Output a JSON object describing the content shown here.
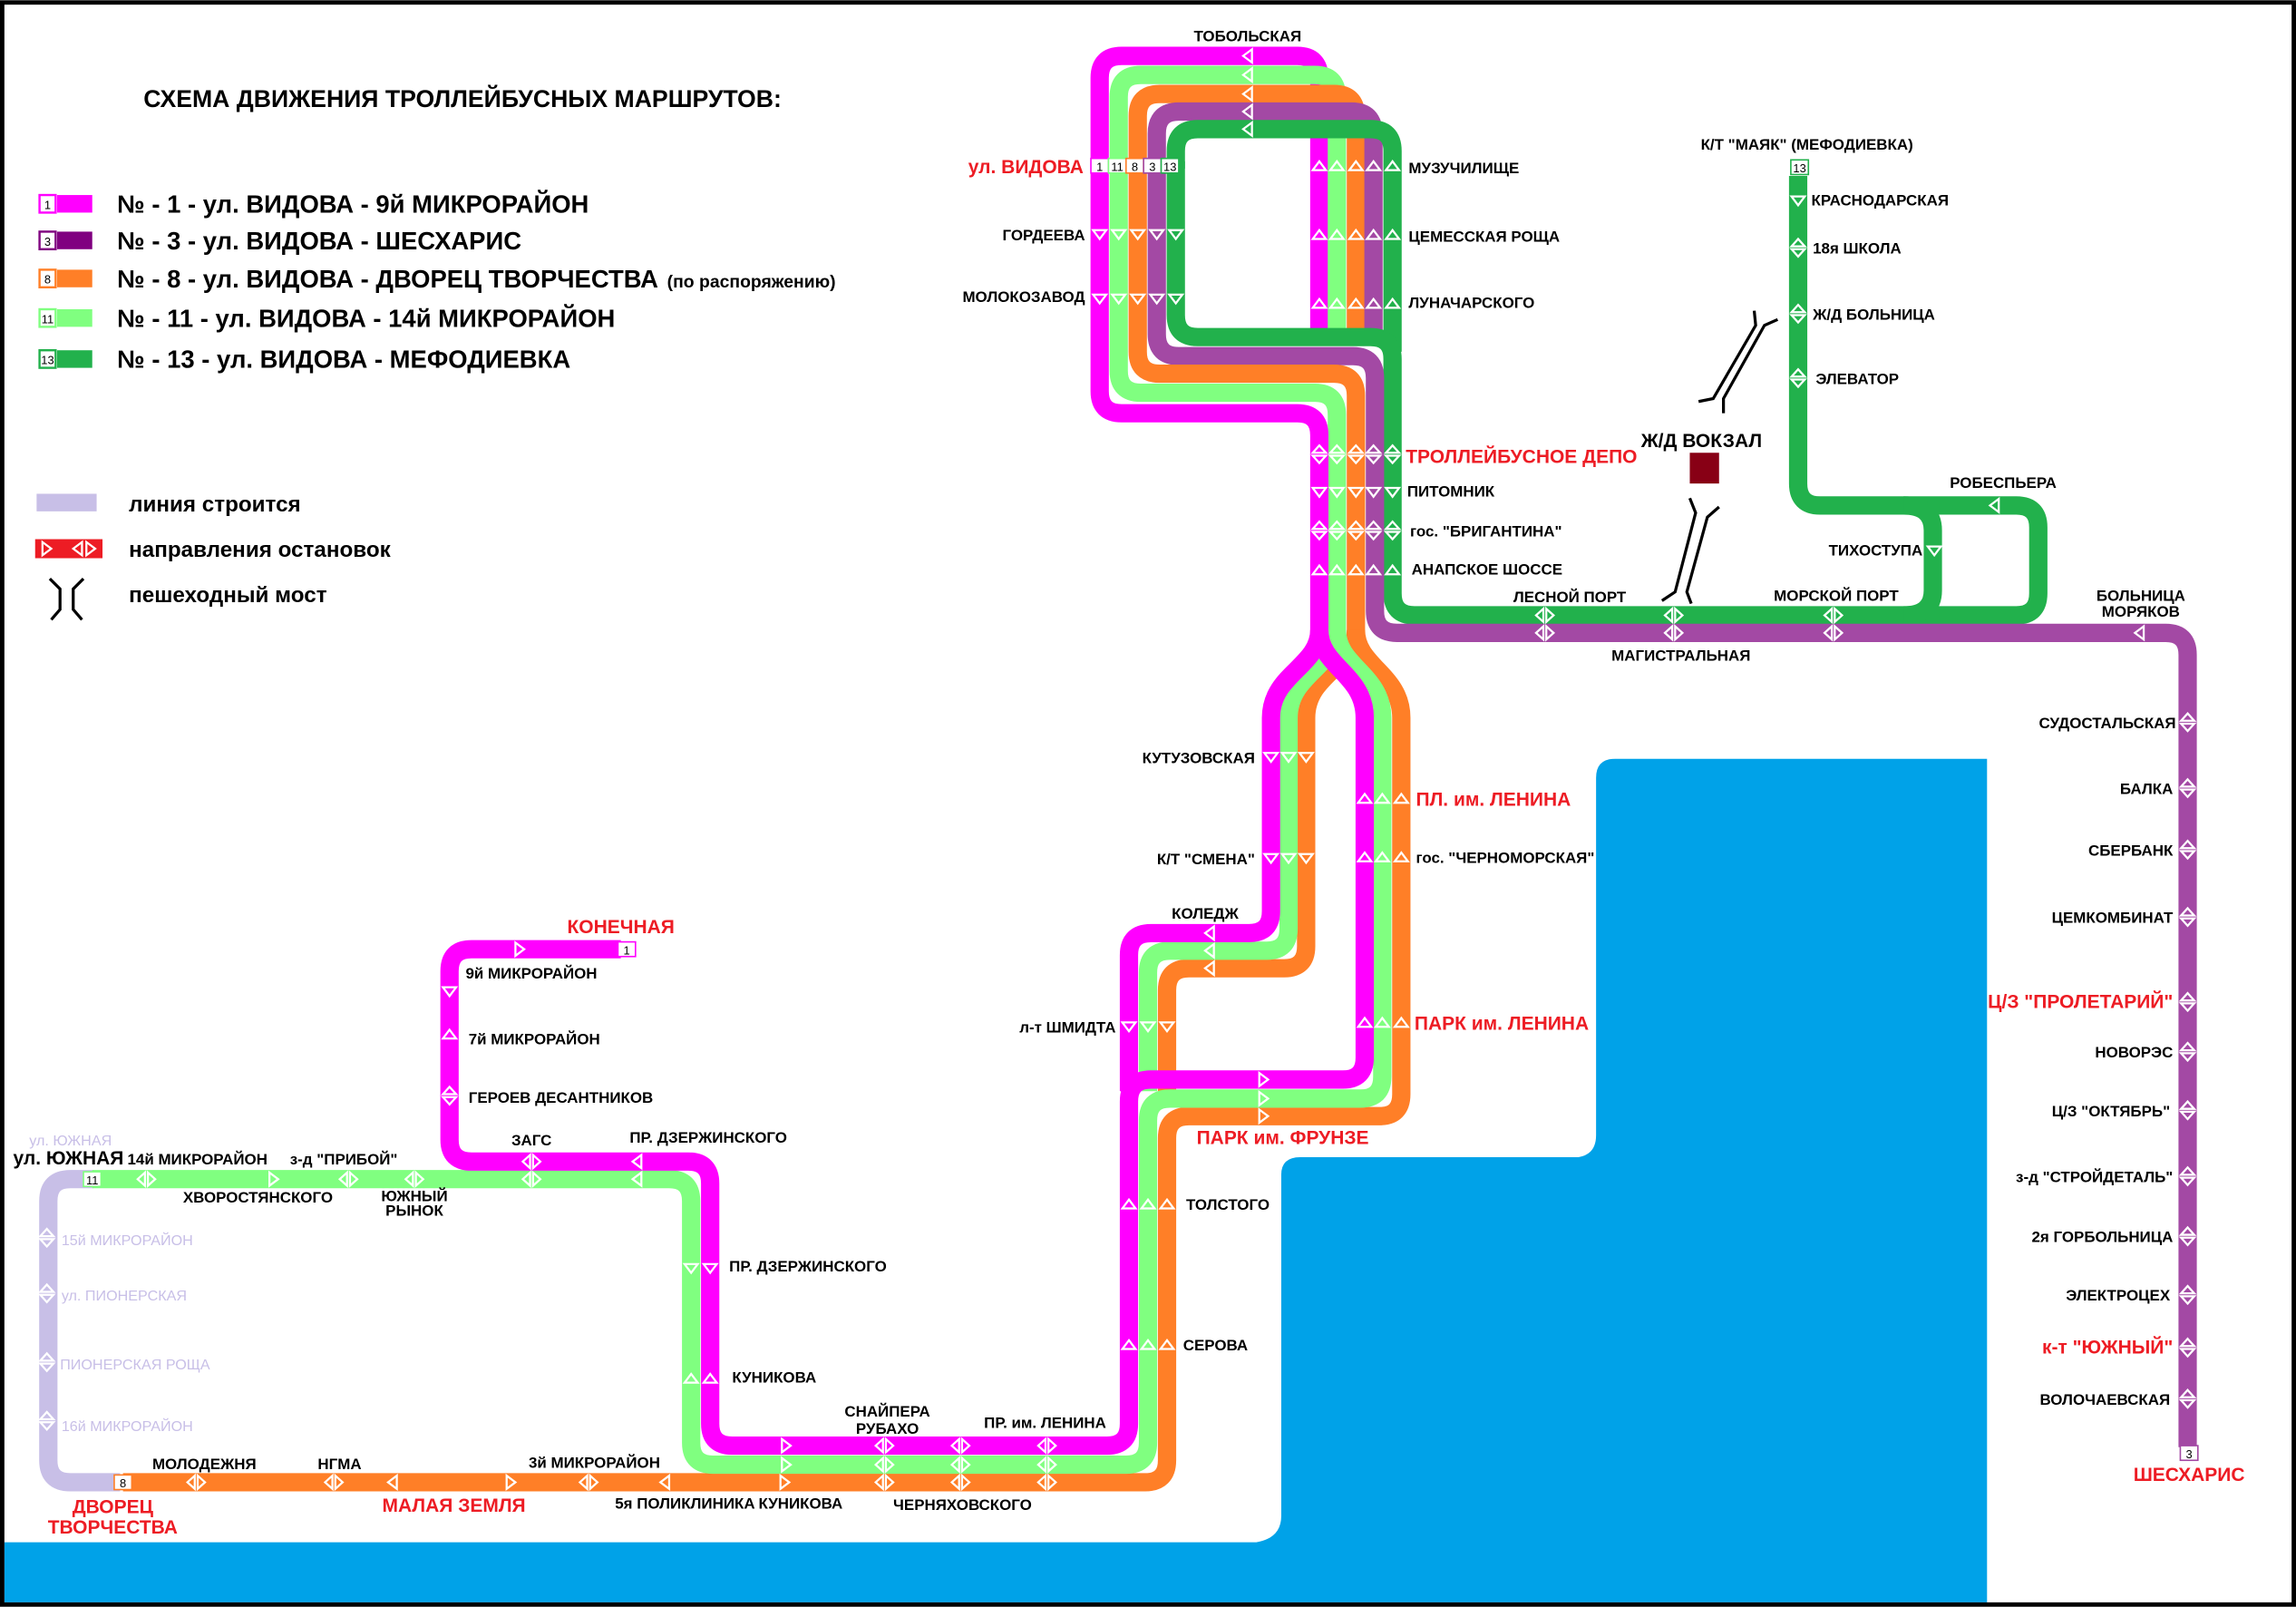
{
  "title": "СХЕМА ДВИЖЕНИЯ ТРОЛЛЕЙБУСНЫХ  МАРШРУТОВ:",
  "colors": {
    "route_1": "#ff00ff",
    "route_3": "#a349a4",
    "route_3_legend": "#800080",
    "route_8": "#ff7f27",
    "route_11": "#80ff80",
    "route_13": "#22b14c",
    "under_construction": "#c8bfe7",
    "water": "#00a2e8",
    "highlight_text": "#ed1c24",
    "railway_station": "#880015"
  },
  "legend": {
    "routes": [
      {
        "number": "1",
        "text": "№ -  1  - ул. ВИДОВА - 9й МИКРОРАЙОН",
        "note": ""
      },
      {
        "number": "3",
        "text": "№ -  3  - ул. ВИДОВА - ШЕСХАРИС",
        "note": ""
      },
      {
        "number": "8",
        "text": "№ -  8  - ул. ВИДОВА - ДВОРЕЦ ТВОРЧЕСТВА",
        "note": "(по распоряжению)"
      },
      {
        "number": "11",
        "text": "№ - 11 - ул. ВИДОВА - 14й МИКРОРАЙОН",
        "note": ""
      },
      {
        "number": "13",
        "text": "№ - 13 - ул. ВИДОВА - МЕФОДИЕВКА",
        "note": ""
      }
    ],
    "under_construction": "линия строится",
    "stop_directions": "направления остановок",
    "pedestrian_bridge": "пешеходный мост"
  },
  "stations": [
    "ТОБОЛЬСКАЯ",
    "ул. ВИДОВА",
    "ГОРДЕЕВА",
    "МОЛОКОЗАВОД",
    "МУЗУЧИЛИЩЕ",
    "ЦЕМЕССКАЯ РОЩА",
    "ЛУНАЧАРСКОГО",
    "ТРОЛЛЕЙБУСНОЕ ДЕПО",
    "ПИТОМНИК",
    "гос. \"БРИГАНТИНА\"",
    "АНАПСКОЕ ШОССЕ",
    "ЛЕСНОЙ ПОРТ",
    "МАГИСТРАЛЬНАЯ",
    "МОРСКОЙ ПОРТ",
    "Ж/Д ВОКЗАЛ",
    "К/Т \"МАЯК\" (МЕФОДИЕВКА)",
    "КРАСНОДАРСКАЯ",
    "18я ШКОЛА",
    "Ж/Д БОЛЬНИЦА",
    "ЭЛЕВАТОР",
    "РОБЕСПЬЕРА",
    "ТИХОСТУПА",
    "БОЛЬНИЦА",
    "МОРЯКОВ",
    "СУДОСТАЛЬСКАЯ",
    "БАЛКА",
    "СБЕРБАНК",
    "ЦЕМКОМБИНАТ",
    "Ц/З \"ПРОЛЕТАРИЙ\"",
    "НОВОРЭС",
    "Ц/З \"ОКТЯБРЬ\"",
    "з-д \"СТРОЙДЕТАЛЬ\"",
    "2я ГОРБОЛЬНИЦА",
    "ЭЛЕКТРОЦЕХ",
    "к-т \"ЮЖНЫЙ\"",
    "ВОЛОЧАЕВСКАЯ",
    "ШЕСХАРИС",
    "КУТУЗОВСКАЯ",
    "К/Т \"СМЕНА\"",
    "КОЛЕДЖ",
    "л-т ШМИДТА",
    "ПЛ. им. ЛЕНИНА",
    "гос. \"ЧЕРНОМОРСКАЯ\"",
    "ПАРК им. ЛЕНИНА",
    "ПАРК им. ФРУНЗЕ",
    "ТОЛСТОГО",
    "СЕРОВА",
    "КОНЕЧНАЯ",
    "9й МИКРОРАЙОН",
    "7й МИКРОРАЙОН",
    "ГЕРОЕВ ДЕСАНТНИКОВ",
    "ЗАГС",
    "ПР. ДЗЕРЖИНСКОГО",
    "ул. ЮЖНАЯ",
    "ул. ЮЖНАЯ",
    "14й МИКРОРАЙОН",
    "з-д \"ПРИБОЙ\"",
    "ХВОРОСТЯНСКОГО",
    "ЮЖНЫЙ",
    "РЫНОК",
    "15й МИКРОРАЙОН",
    "ул. ПИОНЕРСКАЯ",
    "ПИОНЕРСКАЯ РОЩА",
    "16й МИКРОРАЙОН",
    "ПР. ДЗЕРЖИНСКОГО",
    "КУНИКОВА",
    "СНАЙПЕРА",
    "РУБАХО",
    "ПР. им. ЛЕНИНА",
    "МОЛОДЕЖНЯ",
    "НГМА",
    "3й МИКРОРАЙОН",
    "ДВОРЕЦ",
    "ТВОРЧЕСТВА",
    "МАЛАЯ ЗЕМЛЯ",
    "5я ПОЛИКЛИНИКА",
    "КУНИКОВА",
    "ЧЕРНЯХОВСКОГО"
  ]
}
